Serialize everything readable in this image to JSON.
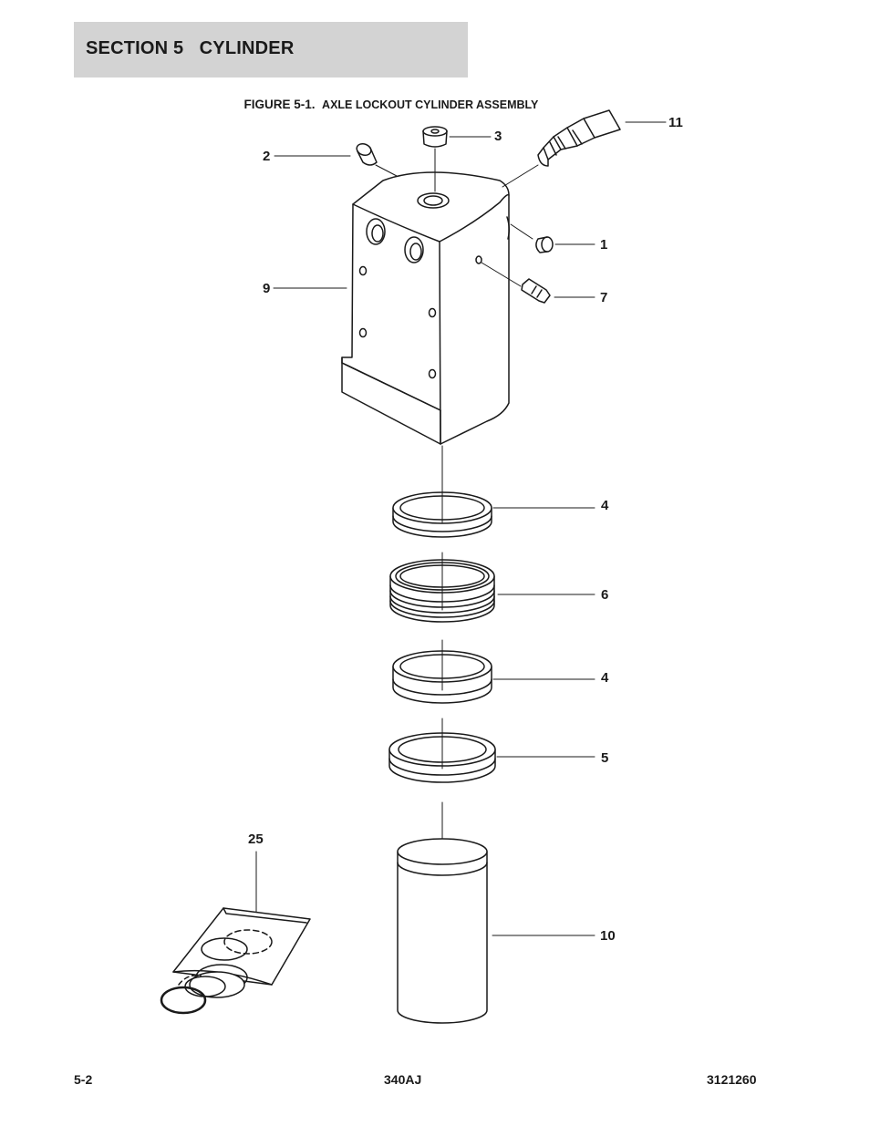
{
  "header": {
    "section_title": "SECTION 5   CYLINDER"
  },
  "figure": {
    "number": "FIGURE 5-1.",
    "title": "AXLE LOCKOUT CYLINDER ASSEMBLY"
  },
  "callouts": [
    "11",
    "3",
    "2",
    "1",
    "9",
    "7",
    "4",
    "6",
    "4",
    "5",
    "25",
    "10"
  ],
  "footer": {
    "page_number": "5-2",
    "model": "340AJ",
    "doc_number": "3121260"
  },
  "colors": {
    "header_background": "#d3d3d3",
    "line_art": "#1a1a1a"
  }
}
